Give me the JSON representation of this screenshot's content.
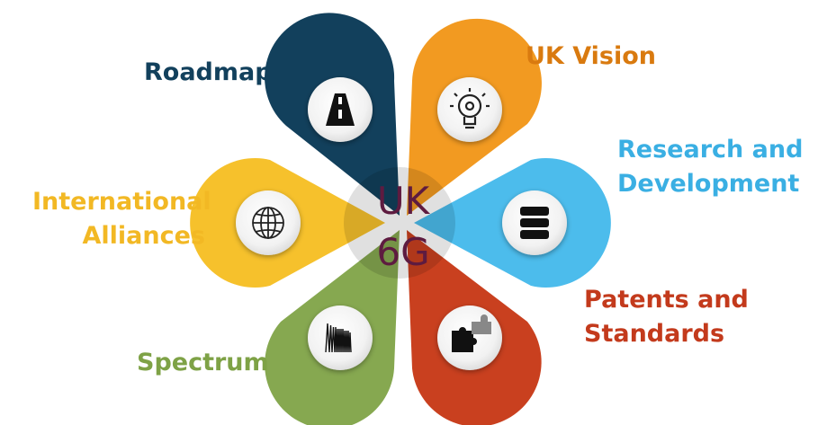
{
  "center": {
    "line1": "UK",
    "line2": "6G",
    "color": "#5e1b40"
  },
  "petals": [
    {
      "id": "roadmap",
      "label_lines": [
        "Roadmap"
      ],
      "color": "#12405c",
      "label_color": "#12405c",
      "icon": "road-icon"
    },
    {
      "id": "uk-vision",
      "label_lines": [
        "UK Vision"
      ],
      "color": "#f29a21",
      "label_color": "#d97a0f",
      "icon": "lightbulb-gear-icon"
    },
    {
      "id": "research-development",
      "label_lines": [
        "Research and",
        "Development"
      ],
      "color": "#4cbcec",
      "label_color": "#3aafe3",
      "icon": "database-icon"
    },
    {
      "id": "patents-standards",
      "label_lines": [
        "Patents and",
        "Standards"
      ],
      "color": "#c9401f",
      "label_color": "#c33a1c",
      "icon": "puzzle-icon"
    },
    {
      "id": "spectrum",
      "label_lines": [
        "Spectrum"
      ],
      "color": "#86a850",
      "label_color": "#7ea246",
      "icon": "waveform-icon"
    },
    {
      "id": "international-alliances",
      "label_lines": [
        "International",
        "Alliances"
      ],
      "color": "#f6c12c",
      "label_color": "#f2b824",
      "icon": "globe-icon"
    }
  ]
}
